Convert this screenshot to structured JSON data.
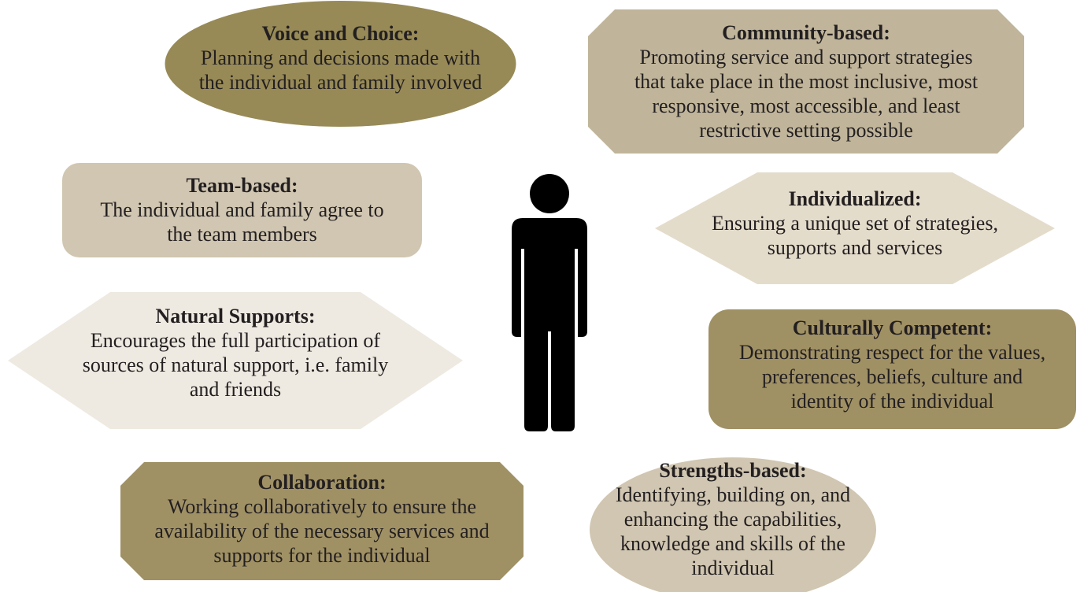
{
  "colors": {
    "olive": "#978a57",
    "tan_dark": "#a09165",
    "tan": "#c0b59a",
    "tan_light": "#d0c6b1",
    "beige": "#e4dccb",
    "cream": "#eeeae1",
    "figure": "#000000"
  },
  "principles": [
    {
      "shape": "ellipse",
      "title": "Voice and Choice:",
      "body": "Planning and decisions made with\nthe individual and family involved"
    },
    {
      "shape": "octagon",
      "title": "Community-based:",
      "body": "Promoting service and support strategies\nthat take place in the most inclusive, most\nresponsive, most accessible, and least\nrestrictive setting possible"
    },
    {
      "shape": "rounded-rectangle",
      "title": "Team-based:",
      "body": "The individual and family agree to\nthe team members"
    },
    {
      "shape": "hexagon",
      "title": "Individualized:",
      "body": "Ensuring a unique set of strategies,\nsupports and services"
    },
    {
      "shape": "hexagon",
      "title": "Natural Supports:",
      "body": "Encourages the full participation of\nsources of natural support, i.e. family\nand friends"
    },
    {
      "shape": "rounded-rectangle",
      "title": "Culturally Competent:",
      "body": "Demonstrating respect for the values,\npreferences, beliefs, culture and\nidentity of the individual"
    },
    {
      "shape": "octagon",
      "title": "Collaboration:",
      "body": "Working collaboratively to ensure the\navailability of the necessary services and\nsupports for the individual"
    },
    {
      "shape": "ellipse",
      "title": "Strengths-based:",
      "body": "Identifying, building on, and\nenhancing the capabilities,\nknowledge and skills of the\nindividual"
    }
  ],
  "center": {
    "icon": "person-icon"
  }
}
